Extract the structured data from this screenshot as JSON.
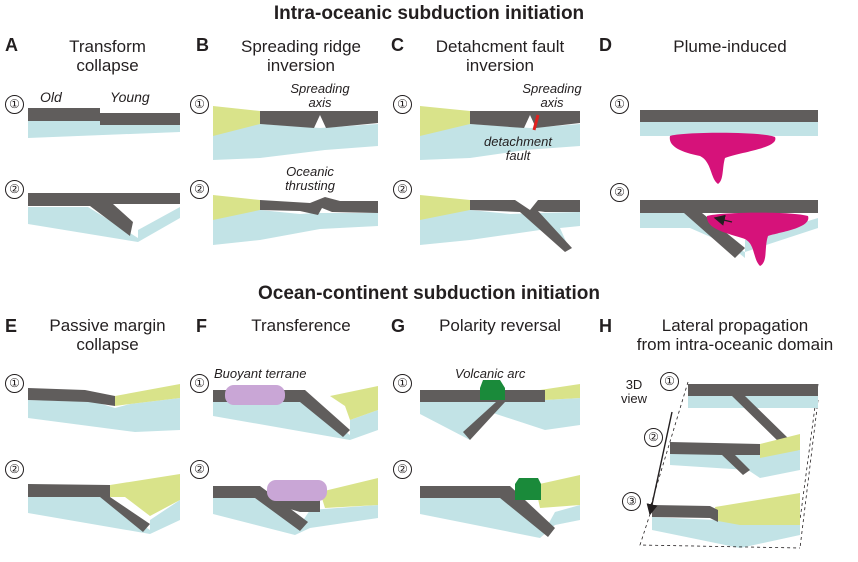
{
  "sections": {
    "intra": "Intra-oceanic subduction initiation",
    "ocean_continent": "Ocean-continent subduction initiation"
  },
  "panels": {
    "A": {
      "letter": "A",
      "title_1": "Transform",
      "title_2": "collapse",
      "label_old": "Old",
      "label_young": "Young"
    },
    "B": {
      "letter": "B",
      "title_1": "Spreading ridge",
      "title_2": "inversion",
      "label_axis_1": "Spreading",
      "label_axis_2": "axis",
      "label_thrust_1": "Oceanic",
      "label_thrust_2": "thrusting"
    },
    "C": {
      "letter": "C",
      "title_1": "Detahcment fault",
      "title_2": "inversion",
      "label_axis_1": "Spreading",
      "label_axis_2": "axis",
      "label_fault_1": "detachment",
      "label_fault_2": "fault"
    },
    "D": {
      "letter": "D",
      "title_1": "Plume-induced"
    },
    "E": {
      "letter": "E",
      "title_1": "Passive margin",
      "title_2": "collapse"
    },
    "F": {
      "letter": "F",
      "title_1": "Transference",
      "label_terrane": "Buoyant terrane"
    },
    "G": {
      "letter": "G",
      "title_1": "Polarity reversal",
      "label_arc": "Volcanic arc"
    },
    "H": {
      "letter": "H",
      "title_1": "Lateral propagation",
      "title_2": "from intra-oceanic domain",
      "label_view_1": "3D",
      "label_view_2": "view"
    }
  },
  "stage_labels": {
    "one": "①",
    "two": "②",
    "three": "③"
  },
  "colors": {
    "plate": "#605d5c",
    "mantle": "#c2e3e6",
    "continent": "#d9e38a",
    "plume": "#d6127a",
    "terrane": "#c9a6d6",
    "arc": "#1a8a3a",
    "fault": "#e0201e"
  }
}
